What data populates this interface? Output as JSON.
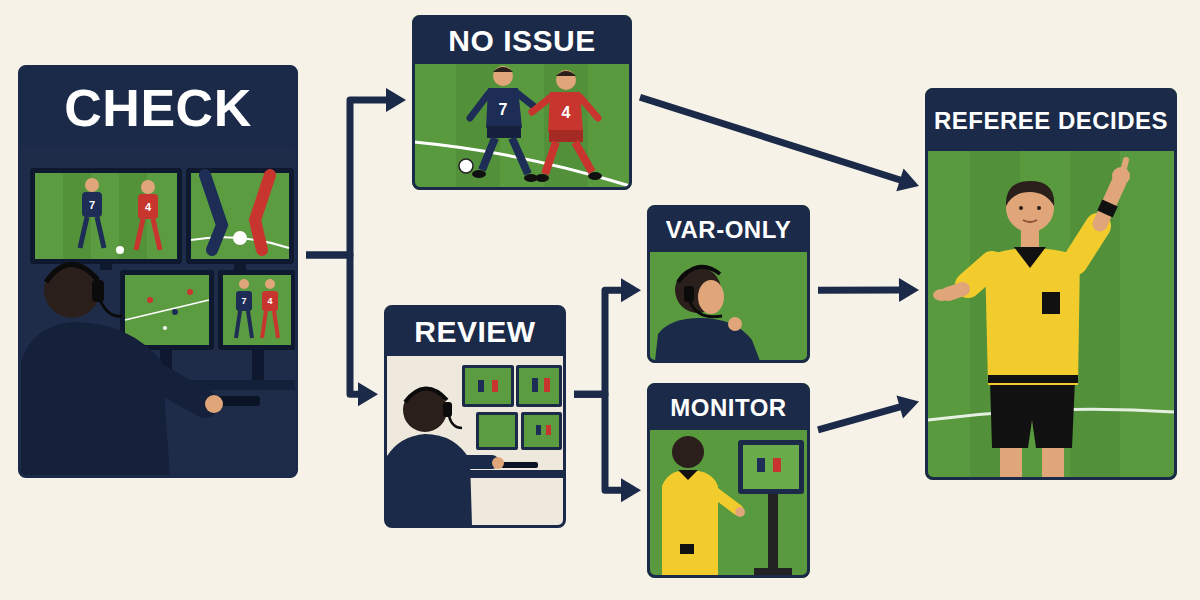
{
  "diagram": {
    "nodes": [
      {
        "text": [
          "CHECK"
        ]
      },
      {
        "text": [
          "NO ISSUE"
        ]
      },
      {
        "text": [
          "REVIEW"
        ]
      },
      {
        "text": [
          "VAR-ONLY"
        ]
      },
      {
        "text": [
          "MONITOR"
        ]
      },
      {
        "text": [
          "REFEREE DECIDES"
        ]
      }
    ],
    "edges": [
      {
        "from": 0,
        "to": 1,
        "arrow": "to"
      },
      {
        "from": 0,
        "to": 2,
        "arrow": "to"
      },
      {
        "from": 1,
        "to": 5,
        "arrow": "to"
      },
      {
        "from": 2,
        "to": 3,
        "arrow": "to"
      },
      {
        "from": 2,
        "to": 4,
        "arrow": "to"
      },
      {
        "from": 3,
        "to": 5,
        "arrow": "to"
      },
      {
        "from": 4,
        "to": 5,
        "arrow": "to"
      }
    ],
    "labels": [
      "7",
      "4",
      "7",
      "4",
      "7",
      "4"
    ]
  }
}
